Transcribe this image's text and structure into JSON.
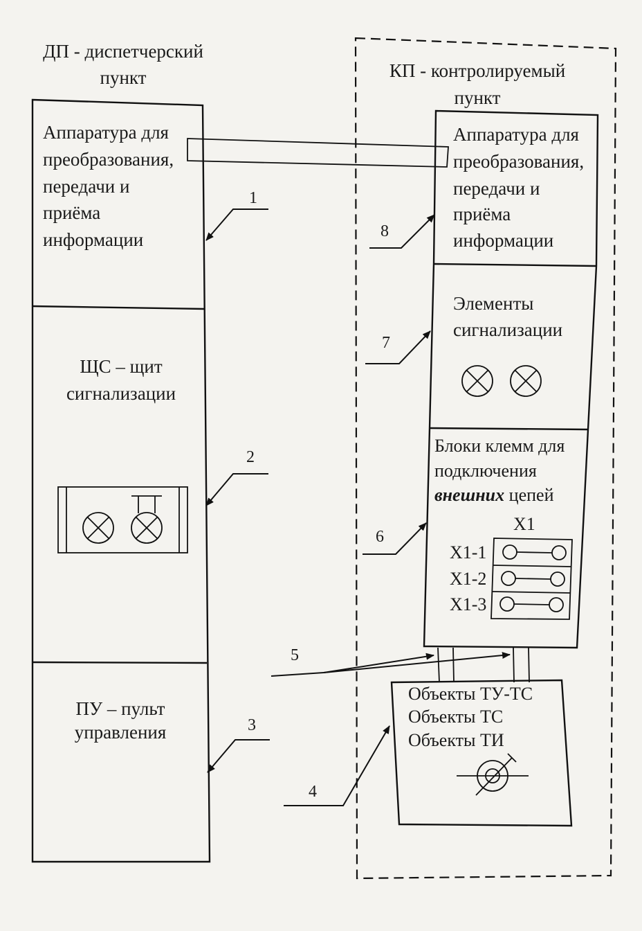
{
  "dp": {
    "title_line1": "ДП - диспетчерский",
    "title_line2": "пункт",
    "block1_lines": [
      "Аппаратура для",
      "преобразования,",
      "передачи и",
      "приёма",
      "информации"
    ],
    "block2_lines": [
      "ЩС – щит",
      "сигнализации"
    ],
    "block3_lines": [
      "ПУ – пульт",
      "управления"
    ]
  },
  "kp": {
    "title_line1": "КП - контролируемый",
    "title_line2": "пункт",
    "block1_lines": [
      "Аппаратура для",
      "преобразования,",
      "передачи и",
      "приёма",
      "информации"
    ],
    "block2_lines": [
      "Элементы",
      "сигнализации"
    ],
    "block3_line1": "Блоки клемм для",
    "block3_line2": "подключения",
    "block3_line3_em": "внешних",
    "block3_line3_rest": " цепей",
    "terminal_block": "X1",
    "terminals": [
      "X1-1",
      "X1-2",
      "X1-3"
    ]
  },
  "objects": {
    "lines": [
      "Объекты ТУ-ТС",
      "Объекты ТС",
      "Объекты ТИ"
    ]
  },
  "callouts": [
    "1",
    "2",
    "3",
    "4",
    "5",
    "6",
    "7",
    "8"
  ]
}
